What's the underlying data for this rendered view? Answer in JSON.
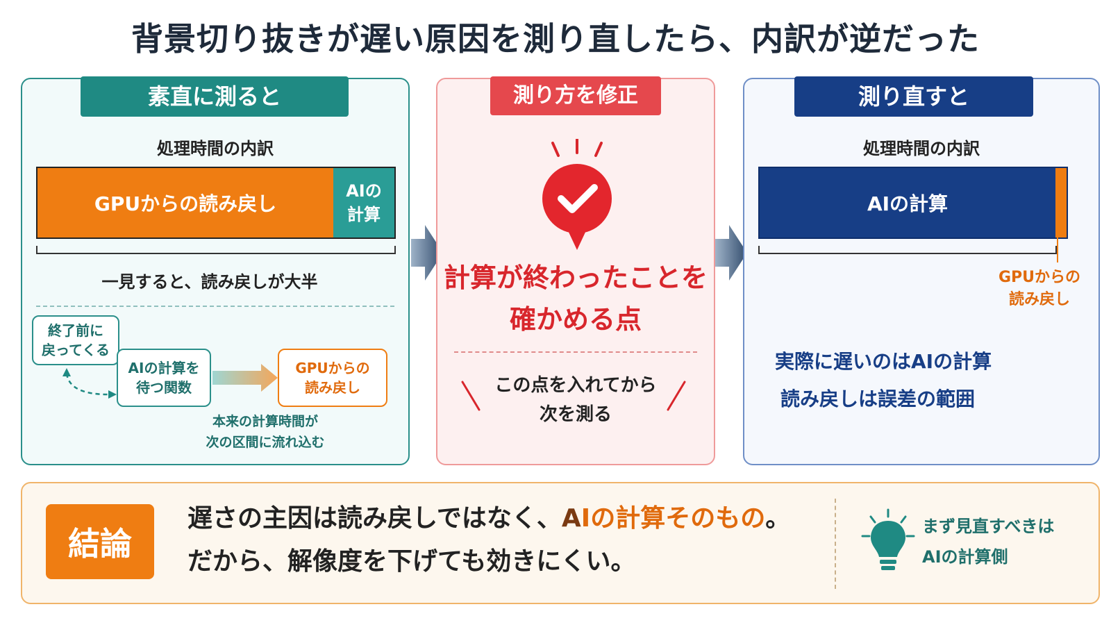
{
  "title": "背景切り抜きが遅い原因を測り直したら、内訳が逆だった",
  "left": {
    "tag": "素直に測ると",
    "caption": "処理時間の内訳",
    "bar_read": "GPUからの読み戻し",
    "bar_ai_line1": "AIの",
    "bar_ai_line2": "計算",
    "note": "一見すると、読み戻しが大半",
    "node_early_line1": "終了前に",
    "node_early_line2": "戻ってくる",
    "node_wait_line1": "AIの計算を",
    "node_wait_line2": "待つ関数",
    "node_read_line1": "GPUからの",
    "node_read_line2": "読み戻し",
    "flow_line1": "本来の計算時間が",
    "flow_line2": "次の区間に流れ込む"
  },
  "middle": {
    "tag": "測り方を修正",
    "main_line1": "計算が終わったことを",
    "main_line2": "確かめる点",
    "sub_line1": "この点を入れてから",
    "sub_line2": "次を測る"
  },
  "right": {
    "tag": "測り直すと",
    "caption": "処理時間の内訳",
    "bar_ai": "AIの計算",
    "read_label_line1": "GPUからの",
    "read_label_line2": "読み戻し",
    "result_line1": "実際に遅いのはAIの計算",
    "result_line2": "読み戻しは誤差の範囲"
  },
  "conclusion": {
    "tag": "結論",
    "line1_a": "遅さの主因は読み戻しではなく、",
    "line1_b": "A",
    "line1_c": "Iの計算そのもの",
    "line1_d": "。",
    "line2": "だから、解像度を下げても効きにくい。",
    "tip_line1": "まず見直すべきは",
    "tip_line2": "AIの計算側"
  },
  "icons": {
    "check": "check-pin-icon",
    "bulb": "lightbulb-icon",
    "arrow": "arrow-right-icon"
  },
  "colors": {
    "teal": "#1f8a83",
    "red": "#e5484d",
    "navy": "#173e86",
    "orange": "#ef7d12"
  }
}
